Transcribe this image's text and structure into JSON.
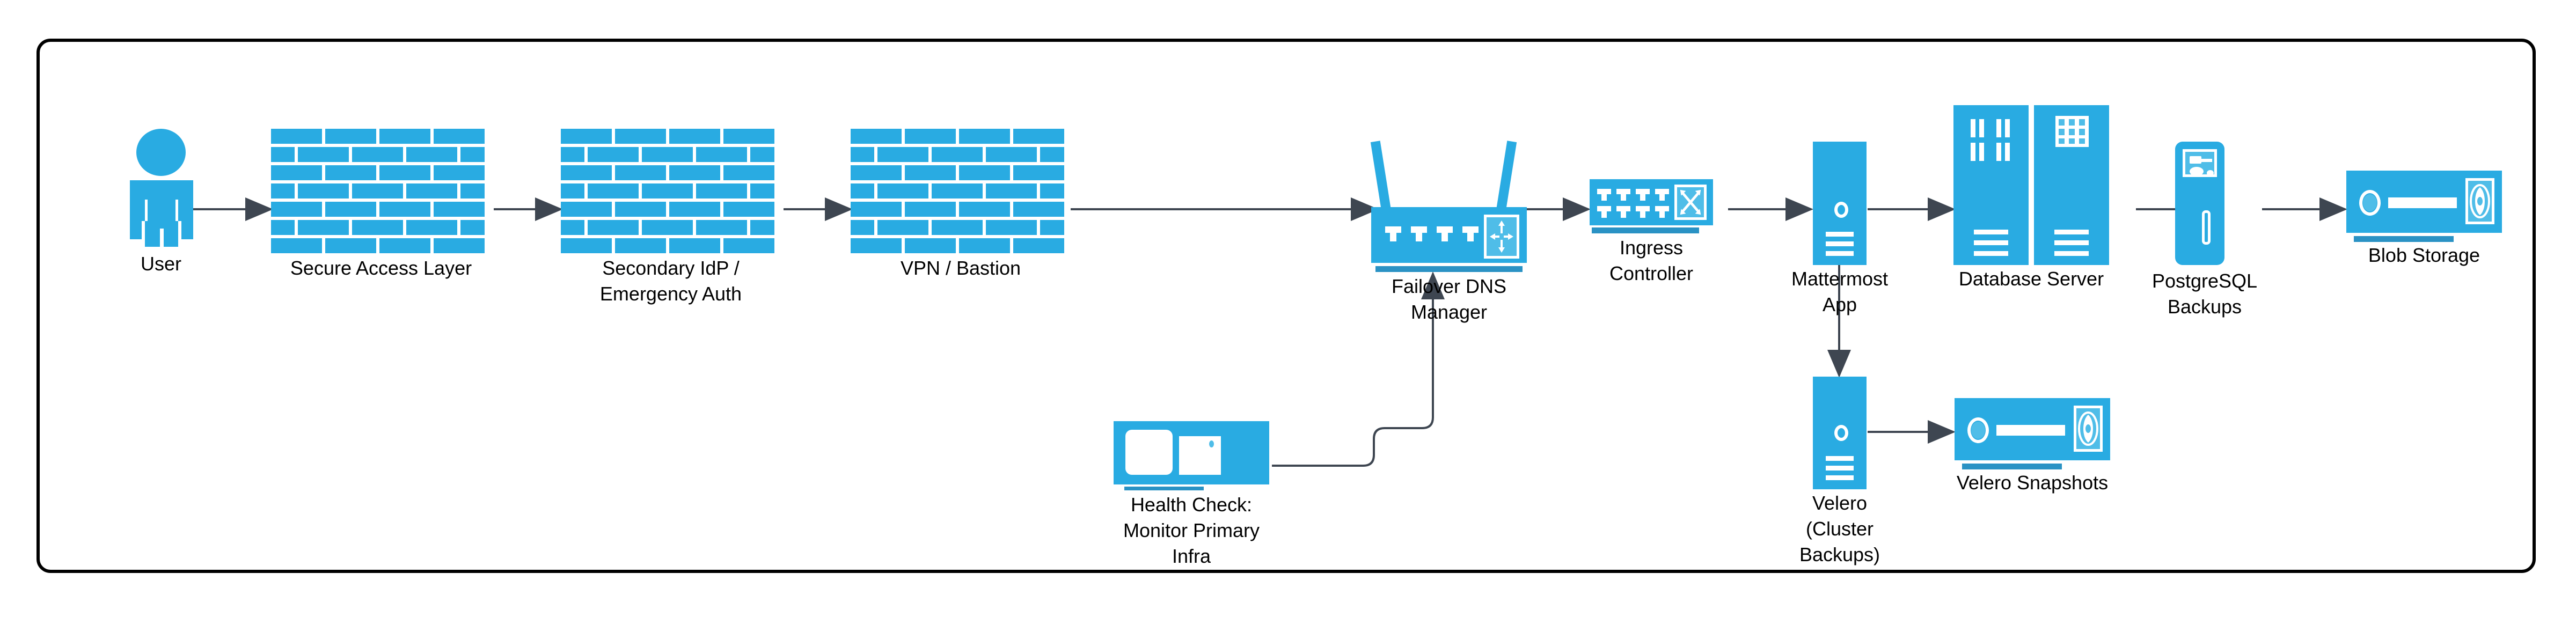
{
  "colors": {
    "node_blue": "#29ABE2",
    "node_blue_light": "#4FBDE8",
    "underline_blue": "#2A92C4",
    "arrow": "#3E4651",
    "container_border": "#000000",
    "background": "#FFFFFF",
    "label_text": "#000000"
  },
  "diagram": {
    "title": "",
    "container_shape": "rounded-rectangle"
  },
  "nodes": [
    {
      "id": "user",
      "label": "User",
      "icon": "person-icon",
      "row": "top"
    },
    {
      "id": "secure-access-layer",
      "label": "Secure Access Layer",
      "icon": "firewall-brick-wall-icon",
      "row": "top"
    },
    {
      "id": "secondary-idp",
      "label": "Secondary IdP /\nEmergency Auth",
      "icon": "firewall-brick-wall-icon",
      "row": "top"
    },
    {
      "id": "vpn-bastion",
      "label": "VPN / Bastion",
      "icon": "firewall-brick-wall-icon",
      "row": "top"
    },
    {
      "id": "failover-dns-manager",
      "label": "Failover DNS\nManager",
      "icon": "wireless-router-icon",
      "row": "top"
    },
    {
      "id": "ingress-controller",
      "label": "Ingress\nController",
      "icon": "network-switch-icon",
      "row": "top"
    },
    {
      "id": "mattermost-app",
      "label": "Mattermost\nApp",
      "icon": "application-server-icon",
      "row": "top"
    },
    {
      "id": "database-server",
      "label": "Database Server",
      "icon": "database-rack-icon",
      "row": "top"
    },
    {
      "id": "postgresql-backups",
      "label": "PostgreSQL\nBackups",
      "icon": "backup-appliance-icon",
      "row": "top"
    },
    {
      "id": "blob-storage",
      "label": "Blob Storage",
      "icon": "storage-array-icon",
      "row": "top"
    },
    {
      "id": "health-check",
      "label": "Health Check:\nMonitor Primary\nInfra",
      "icon": "monitor-screen-icon",
      "row": "bottom"
    },
    {
      "id": "velero",
      "label": "Velero\n(Cluster\nBackups)",
      "icon": "application-server-icon",
      "row": "bottom"
    },
    {
      "id": "velero-snapshots",
      "label": "Velero Snapshots",
      "icon": "storage-array-icon",
      "row": "bottom"
    }
  ],
  "edges": [
    {
      "from": "user",
      "to": "secure-access-layer",
      "style": "arrow-right"
    },
    {
      "from": "secure-access-layer",
      "to": "secondary-idp",
      "style": "arrow-right"
    },
    {
      "from": "secondary-idp",
      "to": "vpn-bastion",
      "style": "arrow-right"
    },
    {
      "from": "vpn-bastion",
      "to": "failover-dns-manager",
      "style": "arrow-right"
    },
    {
      "from": "failover-dns-manager",
      "to": "ingress-controller",
      "style": "arrow-right"
    },
    {
      "from": "ingress-controller",
      "to": "mattermost-app",
      "style": "arrow-right"
    },
    {
      "from": "mattermost-app",
      "to": "database-server",
      "style": "arrow-right"
    },
    {
      "from": "database-server",
      "to": "postgresql-backups",
      "style": "arrow-right"
    },
    {
      "from": "postgresql-backups",
      "to": "blob-storage",
      "style": "arrow-right"
    },
    {
      "from": "mattermost-app",
      "to": "velero",
      "style": "arrow-down"
    },
    {
      "from": "velero",
      "to": "velero-snapshots",
      "style": "arrow-right"
    },
    {
      "from": "health-check",
      "to": "failover-dns-manager",
      "style": "orthogonal-arrow-up"
    }
  ]
}
